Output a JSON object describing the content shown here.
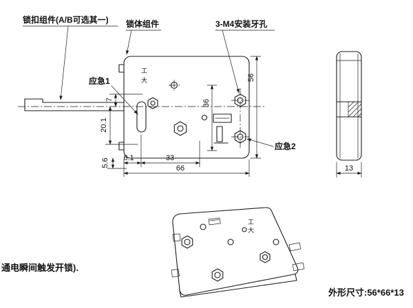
{
  "drawing": {
    "labels": {
      "latch_component": "锁扣组件(A/B可选其一)",
      "body_component": "锁体组件",
      "mounting_holes": "3-M4安装牙孔",
      "emergency_1": "应急1",
      "emergency_2": "应急2"
    },
    "dimensions": {
      "overall_height": "56",
      "hole_span_vertical": "36",
      "latch_offset_top": "7",
      "latch_offset_bottom": "20.1",
      "bottom_edge_offset": "5.6",
      "slot_offset": "6.1",
      "hole_span_horizontal": "33",
      "overall_width": "66",
      "overall_depth": "13"
    },
    "markings": {
      "front_mark_top": "工",
      "front_mark_bottom": "大",
      "iso_mark_top": "工",
      "iso_mark_bottom": "大"
    },
    "notes": {
      "power_note": "通电瞬间触发开锁).",
      "overall_size": "外形尺寸:56*66*13"
    },
    "colors": {
      "line": "#1a1a1a",
      "background": "#ffffff"
    }
  }
}
